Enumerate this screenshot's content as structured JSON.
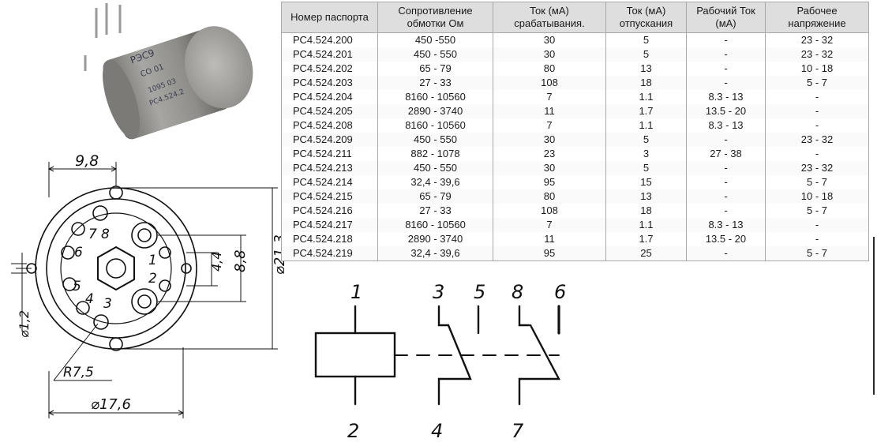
{
  "photo": {
    "marking_lines": [
      "РЭС9",
      "СО 01",
      "1095 03",
      "РС4.524.2"
    ]
  },
  "drawing": {
    "dim_top": "9,8",
    "dim_mid": "8,8",
    "dim_outer": "⌀21,3",
    "dim_small": "4,4",
    "dim_hole": "⌀1,2",
    "dim_radius": "R7,5",
    "dim_bottom": "⌀17,6",
    "pins": [
      "1",
      "2",
      "3",
      "4",
      "5",
      "6",
      "7",
      "8"
    ]
  },
  "table": {
    "headers": [
      "Номер паспорта",
      "Сопротивление обмотки Ом",
      "Ток (мА) срабатывания.",
      "Ток (мА) отпускания",
      "Рабочий Ток (мА)",
      "Рабочее напряжение"
    ],
    "rows": [
      [
        "РС4.524.200",
        "450 -550",
        "30",
        "5",
        "-",
        "23 - 32"
      ],
      [
        "РС4.524.201",
        "450 - 550",
        "30",
        "5",
        "-",
        "23 - 32"
      ],
      [
        "РС4.524.202",
        "65 - 79",
        "80",
        "13",
        "-",
        "10 - 18"
      ],
      [
        "РС4.524.203",
        "27 - 33",
        "108",
        "18",
        "-",
        "5 - 7"
      ],
      [
        "РС4.524.204",
        "8160 - 10560",
        "7",
        "1.1",
        "8.3 - 13",
        "-"
      ],
      [
        "РС4.524.205",
        "2890 - 3740",
        "11",
        "1.7",
        "13.5 - 20",
        "-"
      ],
      [
        "РС4.524.208",
        "8160 - 10560",
        "7",
        "1.1",
        "8.3 - 13",
        "-"
      ],
      [
        "РС4.524.209",
        "450 - 550",
        "30",
        "5",
        "-",
        "23 - 32"
      ],
      [
        "РС4.524.211",
        "882 - 1078",
        "23",
        "3",
        "27 - 38",
        "-"
      ],
      [
        "РС4.524.213",
        "450 - 550",
        "30",
        "5",
        "-",
        "23 - 32"
      ],
      [
        "РС4.524.214",
        "32,4 - 39,6",
        "95",
        "15",
        "-",
        "5 - 7"
      ],
      [
        "РС4.524.215",
        "65 - 79",
        "80",
        "13",
        "-",
        "10 - 18"
      ],
      [
        "РС4.524.216",
        "27 - 33",
        "108",
        "18",
        "-",
        "5 - 7"
      ],
      [
        "РС4.524.217",
        "8160 - 10560",
        "7",
        "1.1",
        "8.3 - 13",
        "-"
      ],
      [
        "РС4.524.218",
        "2890 - 3740",
        "11",
        "1.7",
        "13.5 - 20",
        "-"
      ],
      [
        "РС4.524.219",
        "32,4 - 39,6",
        "95",
        "25",
        "-",
        "5 - 7"
      ]
    ]
  },
  "schematic": {
    "coil_top": "1",
    "coil_bottom": "2",
    "contact_a": [
      "3",
      "5",
      "4"
    ],
    "contact_b": [
      "8",
      "6",
      "7"
    ]
  }
}
